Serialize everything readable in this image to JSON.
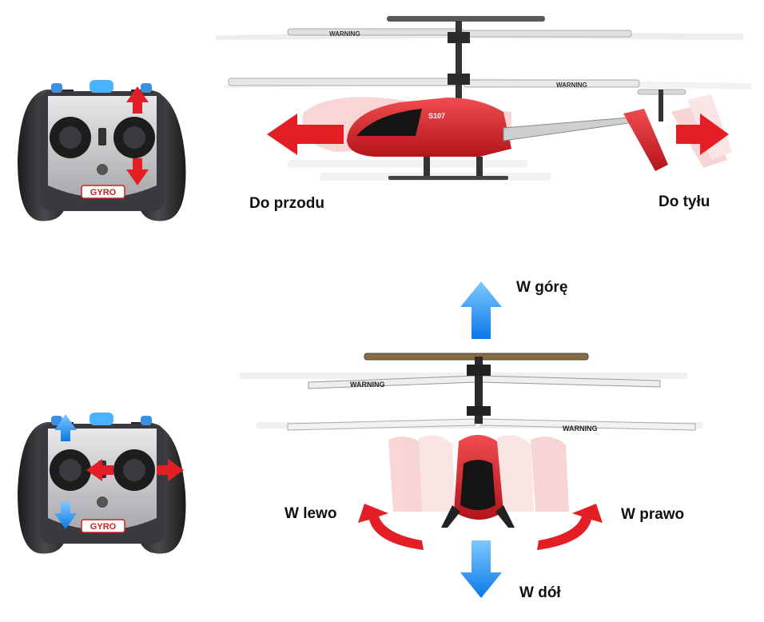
{
  "labels": {
    "forward": "Do przodu",
    "backward": "Do tyłu",
    "up": "W górę",
    "down": "W dół",
    "left": "W lewo",
    "right": "W prawo"
  },
  "blade_text": "WARNING",
  "model_number": "S107",
  "remote": {
    "badge": "GYRO"
  },
  "colors": {
    "red_arrow": "#e31e24",
    "blue_arrow": "#1a8cff",
    "heli_red": "#d8262b",
    "remote_body": "#2b2b2e"
  }
}
